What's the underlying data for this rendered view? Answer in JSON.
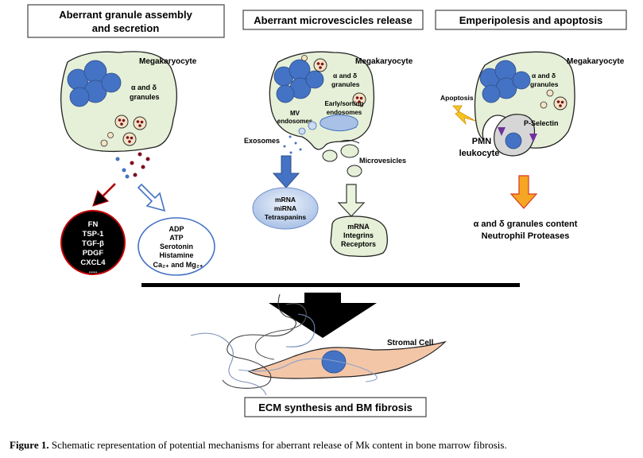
{
  "panels": [
    {
      "title_line1": "Aberrant granule assembly",
      "title_line2": "and secretion"
    },
    {
      "title": "Aberrant microvescicles release"
    },
    {
      "title": "Emperipolesis and apoptosis"
    }
  ],
  "left": {
    "cell_label": "Megakaryocyte",
    "granules_label_1": "α and δ",
    "granules_label_2": "granules",
    "black_list": [
      "FN",
      "TSP-1",
      "TGF-β",
      "PDGF",
      "CXCL4",
      "...."
    ],
    "white_list": [
      "ADP",
      "ATP",
      "Serotonin",
      "Histamine",
      "Ca₂₊ and Mg₂₊"
    ]
  },
  "middle": {
    "cell_label": "Megakaryocyte",
    "granules_label_1": "α and δ",
    "granules_label_2": "granules",
    "mv_label_1": "MV",
    "mv_label_2": "endosomes",
    "early_label_1": "Early/sorting",
    "early_label_2": "endosomes",
    "exosomes": "Exosomes",
    "microvesicles": "Microvesicles",
    "blue_list": [
      "mRNA",
      "miRNA",
      "Tetraspanins"
    ],
    "green_list": [
      "mRNA",
      "Integrins",
      "Receptors"
    ]
  },
  "right": {
    "cell_label": "Megakaryocyte",
    "granules_label_1": "α and δ",
    "granules_label_2": "granules",
    "apoptosis": "Apoptosis",
    "pselectin": "P-Selectin",
    "pmn_1": "PMN",
    "pmn_2": "leukocyte",
    "content_1": "α and δ granules content",
    "content_2": "Neutrophil Proteases"
  },
  "bottom": {
    "stromal": "Stromal Cell",
    "ecm": "ECM synthesis and BM fibrosis"
  },
  "caption": {
    "label": "Figure 1.",
    "text": " Schematic representation of potential mechanisms for aberrant release of Mk content in bone marrow fibrosis."
  },
  "colors": {
    "cell_fill": "#e6f0d8",
    "nucleus": "#4472c4",
    "stromal_fill": "#f4c6a8",
    "arrow_blue": "#4472c4",
    "arrow_orange": "#f5a623",
    "arrow_green_fill": "#eaf3dc",
    "black_circle_border": "#c00000"
  }
}
